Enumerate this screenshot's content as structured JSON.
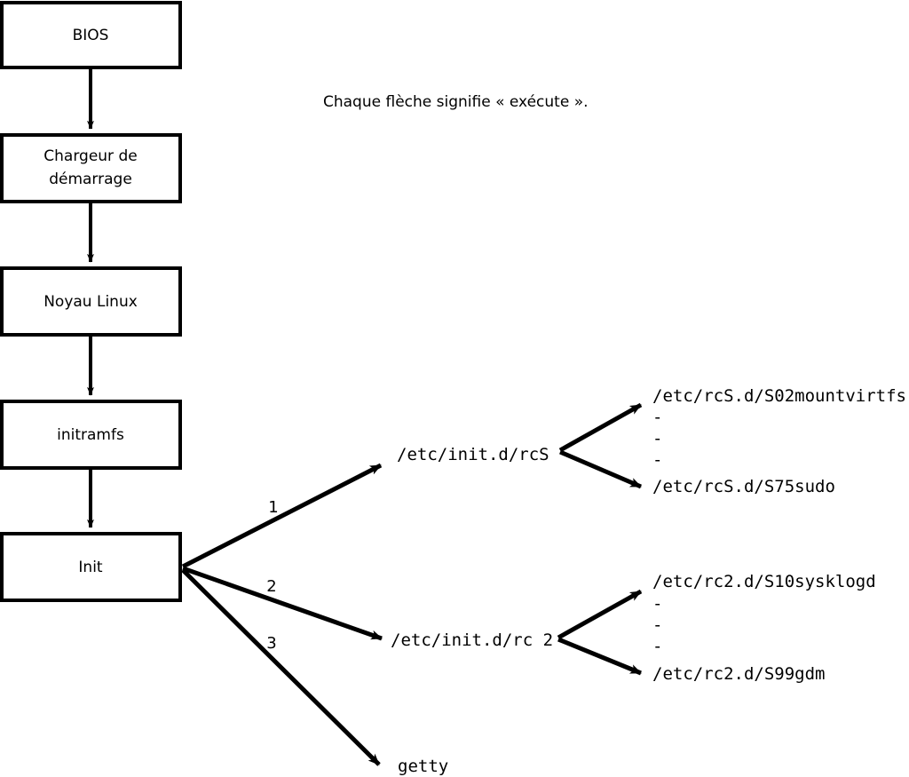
{
  "caption": {
    "text": "Chaque flèche signifie « exécute »."
  },
  "boot_chain": {
    "boxes": [
      {
        "id": "bios",
        "label": "BIOS"
      },
      {
        "id": "bootloader",
        "label_line1": "Chargeur de",
        "label_line2": "démarrage"
      },
      {
        "id": "kernel",
        "label": "Noyau Linux"
      },
      {
        "id": "initramfs",
        "label": "initramfs"
      },
      {
        "id": "init",
        "label": "Init"
      }
    ]
  },
  "init_branches": [
    {
      "number": "1",
      "target": "/etc/init.d/rcS"
    },
    {
      "number": "2",
      "target": "/etc/init.d/rc 2"
    },
    {
      "number": "3",
      "target": "getty"
    }
  ],
  "rcs_scripts": {
    "first": "/etc/rcS.d/S02mountvirtfs",
    "ellipsis": [
      "-",
      "-",
      "-"
    ],
    "last": "/etc/rcS.d/S75sudo"
  },
  "rc2_scripts": {
    "first": "/etc/rc2.d/S10sysklogd",
    "ellipsis": [
      "-",
      "-",
      "-"
    ],
    "last": "/etc/rc2.d/S99gdm"
  },
  "colors": {
    "stroke": "#000000",
    "fill": "#ffffff",
    "text": "#000000"
  }
}
